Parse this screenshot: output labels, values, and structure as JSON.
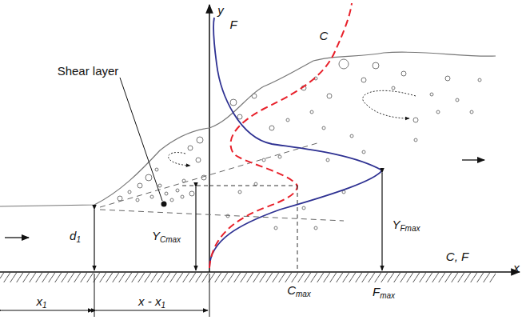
{
  "diagram": {
    "labels": [
      "y",
      "F",
      "C",
      "Shear layer",
      "d1",
      "YCmax",
      "YFmax",
      "C, F",
      "x",
      "Cmax",
      "Fmax",
      "x1",
      "x - x1"
    ]
  }
}
